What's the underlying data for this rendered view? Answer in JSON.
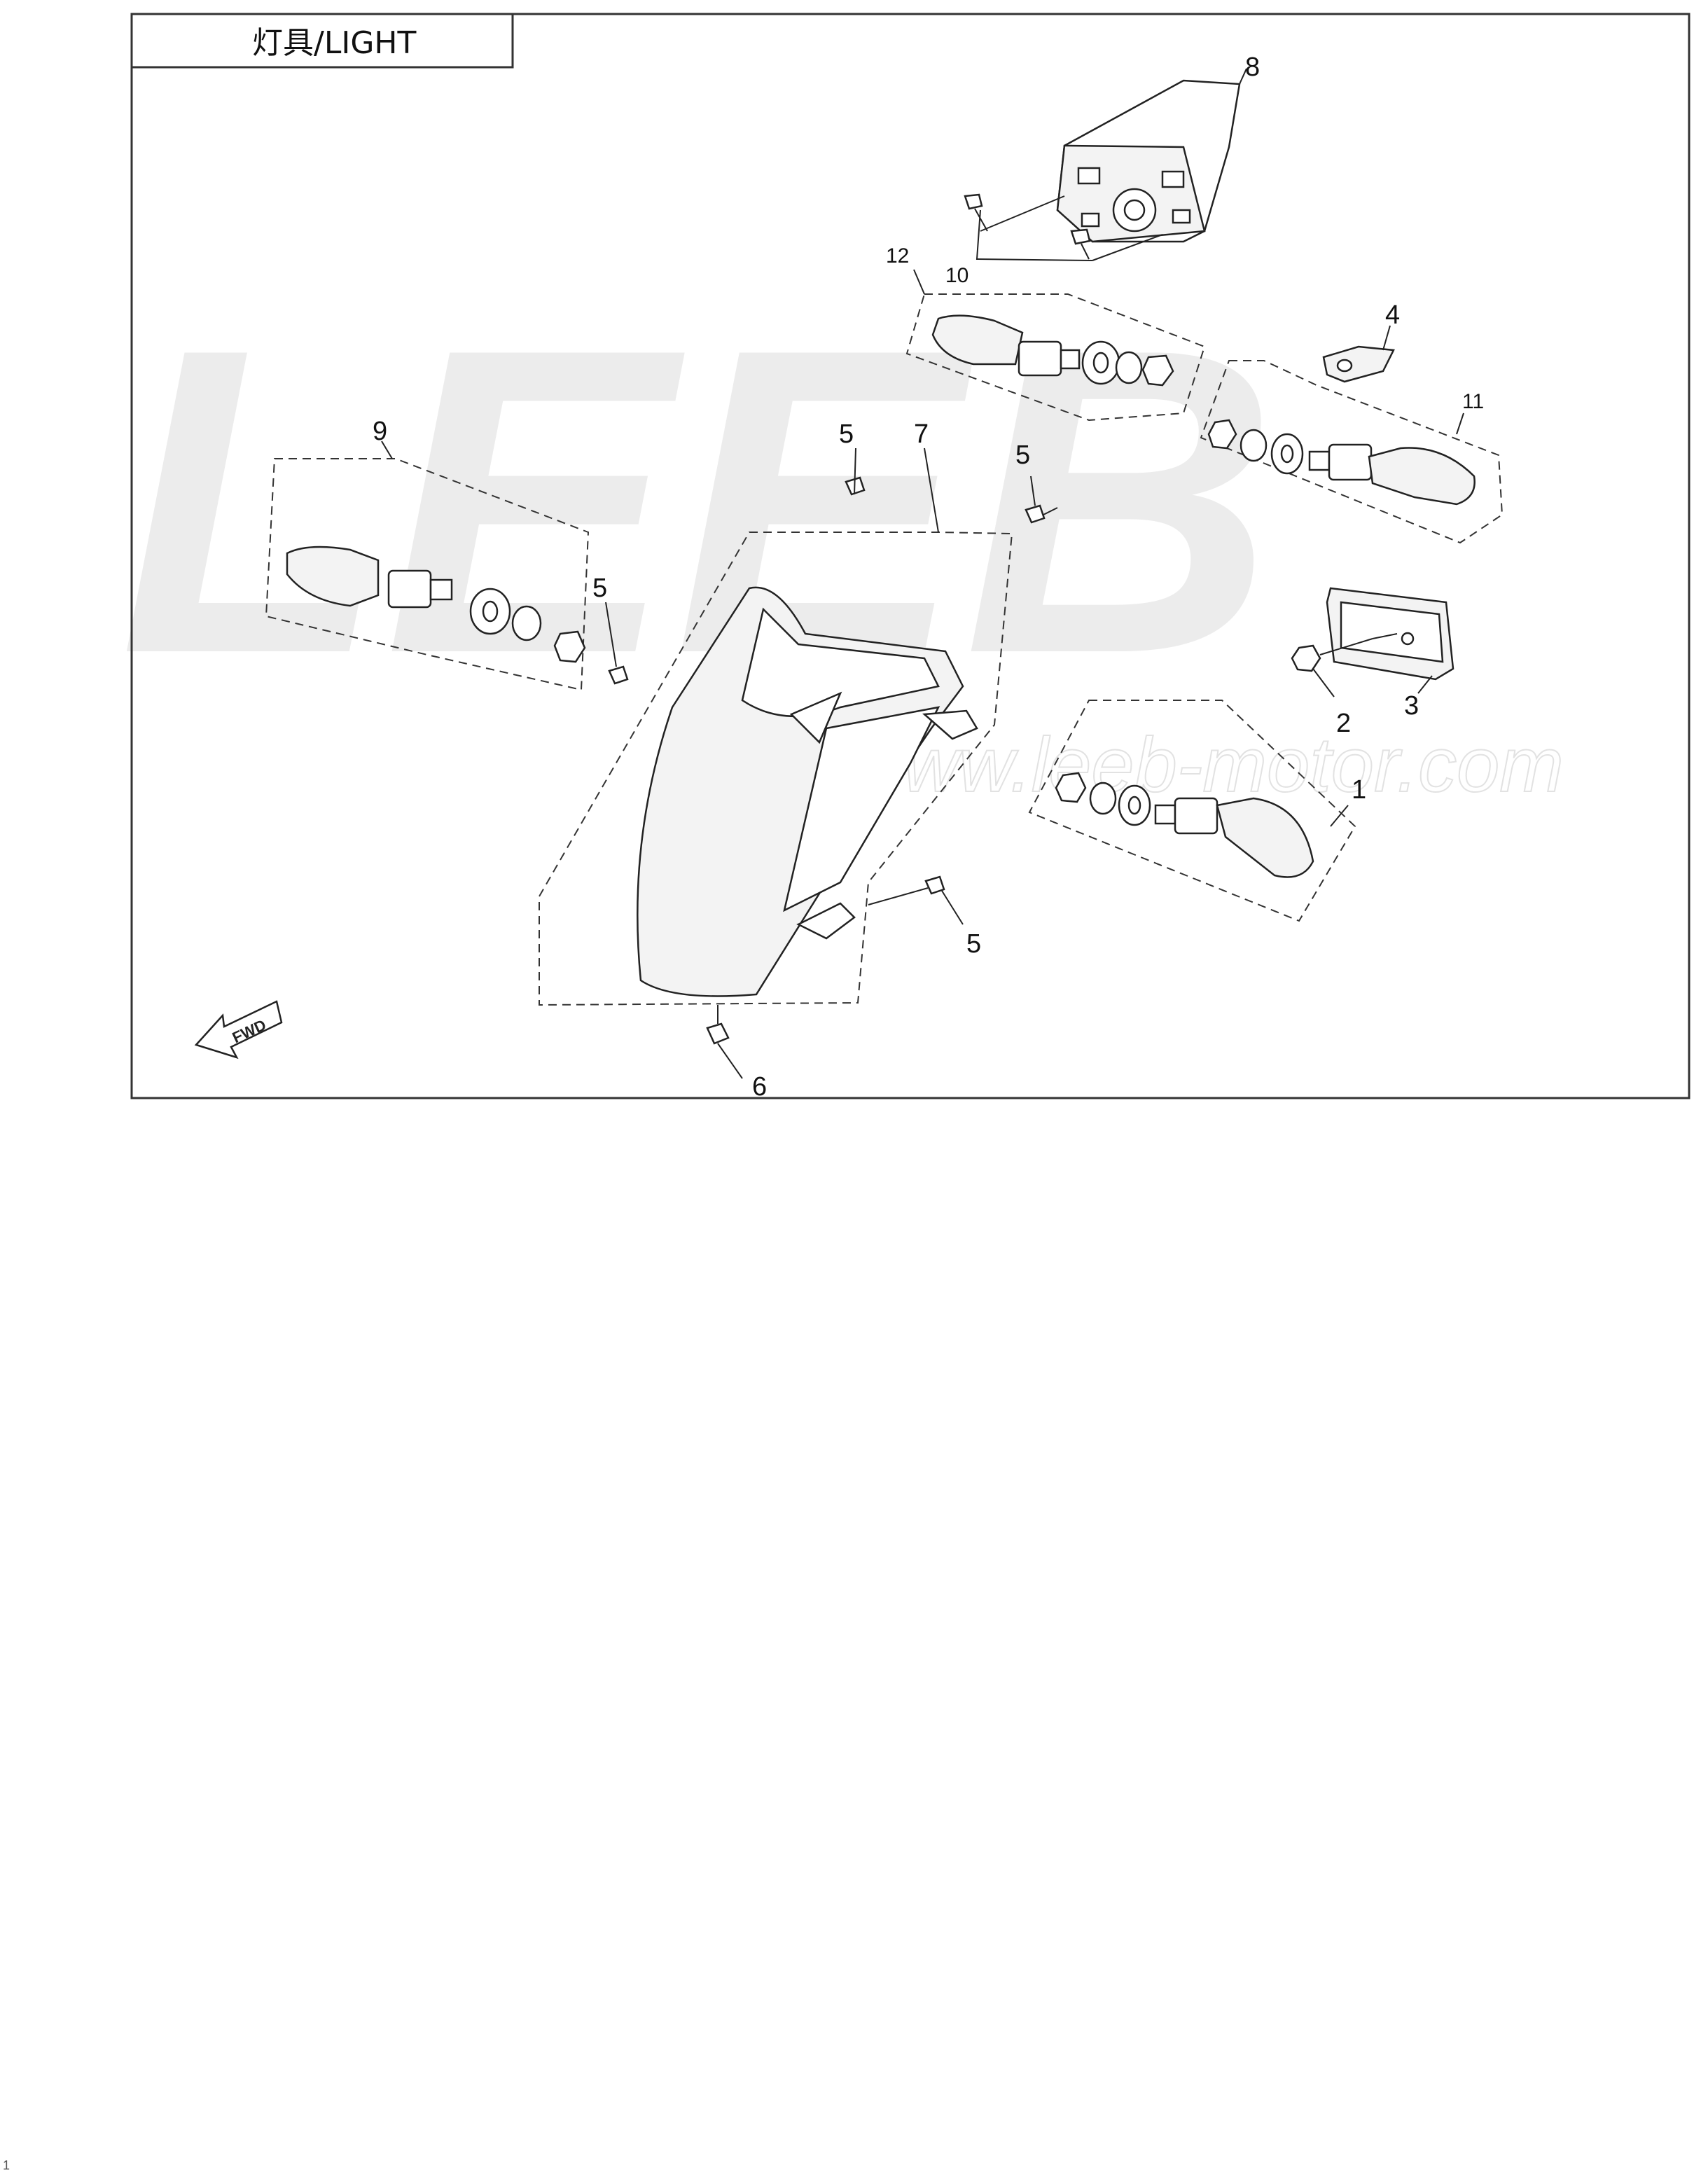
{
  "title": "灯具/LIGHT",
  "watermark": {
    "brand": "LEEB",
    "url": "www.leeb-motor.com"
  },
  "fwd_label": "FWD",
  "callouts": {
    "c1": "1",
    "c2": "2",
    "c3": "3",
    "c4": "4",
    "c5a": "5",
    "c5b": "5",
    "c5c": "5",
    "c5d": "5",
    "c6": "6",
    "c7": "7",
    "c8": "8",
    "c9": "9",
    "c10": "10",
    "c11": "11",
    "c12": "12"
  },
  "page_number": "1",
  "colors": {
    "line": "#222222",
    "watermark": "#ececec",
    "background": "#ffffff"
  }
}
